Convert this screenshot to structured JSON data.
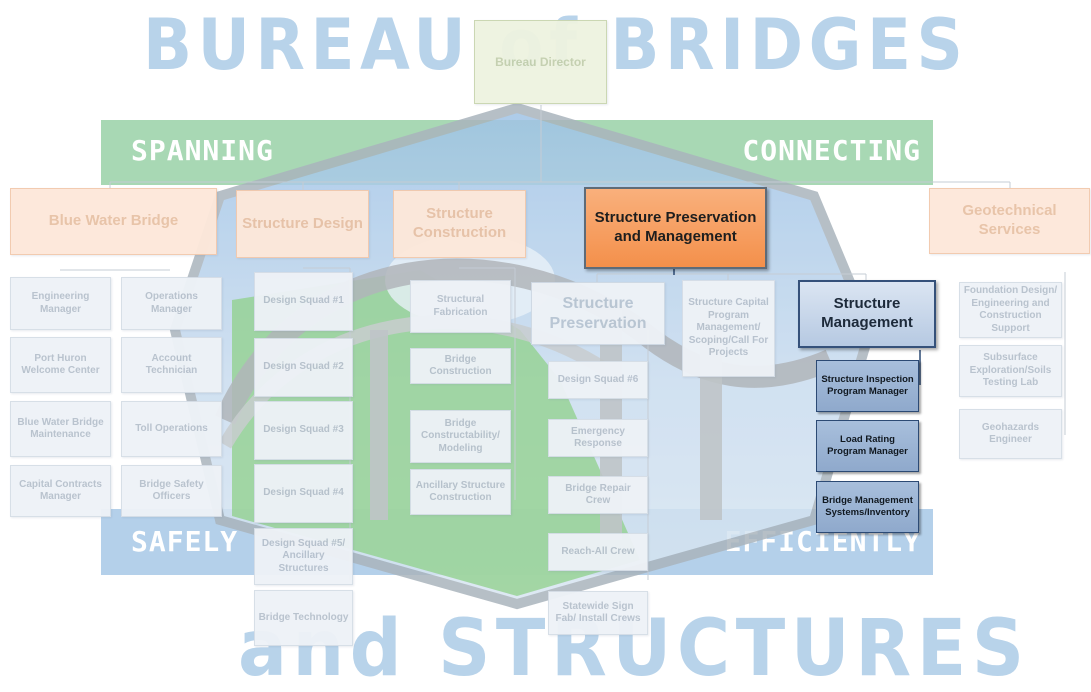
{
  "background": {
    "title_top": "BUREAU of BRIDGES",
    "title_bottom": "and STRUCTURES",
    "words": {
      "spanning": "SPANNING",
      "connecting": "CONNECTING",
      "safely": "SAFELY",
      "efficiently": "EFFICIENTLY"
    }
  },
  "director": "Bureau Director",
  "sections": {
    "blue_water_bridge": "Blue Water Bridge",
    "structure_design": "Structure Design",
    "structure_construction": "Structure Construction",
    "structure_preservation_management": "Structure Preservation and Management",
    "geotechnical_services": "Geotechnical Services"
  },
  "blue_water_left": [
    "Engineering Manager",
    "Port Huron Welcome Center",
    "Blue Water Bridge Maintenance",
    "Capital Contracts Manager"
  ],
  "blue_water_right": [
    "Operations Manager",
    "Account Technician",
    "Toll Operations",
    "Bridge Safety Officers"
  ],
  "design_squads": [
    "Design Squad #1",
    "Design Squad #2",
    "Design Squad #3",
    "Design Squad #4",
    "Design Squad #5/ Ancillary Structures",
    "Bridge Technology"
  ],
  "construction_units": [
    "Structural Fabrication",
    "Bridge Construction",
    "Bridge Constructability/ Modeling",
    "Ancillary Structure Construction"
  ],
  "preservation": {
    "title": "Structure Preservation",
    "units": [
      "Design Squad #6",
      "Emergency Response",
      "Bridge Repair Crew",
      "Reach-All Crew",
      "Statewide Sign Fab/ Install Crews"
    ]
  },
  "capital_program": "Structure Capital Program Management/ Scoping/Call For Projects",
  "management": {
    "title": "Structure Management",
    "units": [
      "Structure Inspection Program Manager",
      "Load Rating Program Manager",
      "Bridge Management Systems/Inventory"
    ]
  },
  "geotechnical_units": [
    "Foundation Design/ Engineering and Construction Support",
    "Subsurface Exploration/Soils Testing Lab",
    "Geohazards Engineer"
  ],
  "colors": {
    "highlight_orange": "#f4904b",
    "highlight_blue": "#b6c9e2",
    "band_green": "#a8d8b4",
    "band_blue": "#b4d0ea"
  }
}
